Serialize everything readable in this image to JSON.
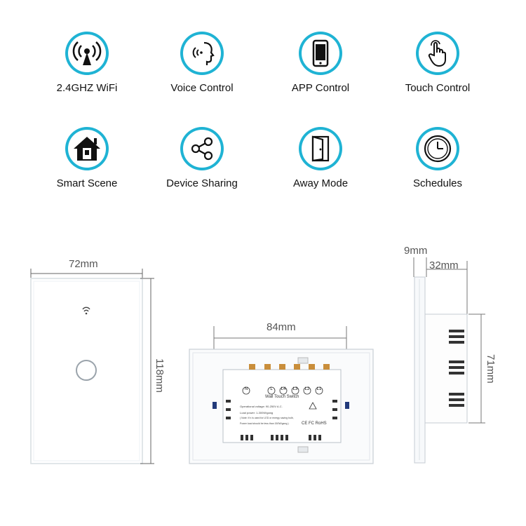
{
  "features": [
    {
      "label": "2.4GHZ WiFi",
      "icon": "wifi-antenna-icon"
    },
    {
      "label": "Voice Control",
      "icon": "voice-icon"
    },
    {
      "label": "APP Control",
      "icon": "phone-icon"
    },
    {
      "label": "Touch Control",
      "icon": "touch-hand-icon"
    },
    {
      "label": "Smart Scene",
      "icon": "smart-home-icon"
    },
    {
      "label": "Device Sharing",
      "icon": "share-icon"
    },
    {
      "label": "Away Mode",
      "icon": "door-exit-icon"
    },
    {
      "label": "Schedules",
      "icon": "clock-icon"
    }
  ],
  "dimensions": {
    "front_width": "72mm",
    "front_height": "118mm",
    "back_width": "84mm",
    "side_glass": "9mm",
    "side_depth": "32mm",
    "side_height": "71mm"
  },
  "back_label": {
    "title": "Wall Touch Switch",
    "terminals": [
      "N",
      "L",
      "L4",
      "L3",
      "L2",
      "L1"
    ],
    "spec_line1": "Operational voltage: 90-250V A.C.",
    "spec_line2": "Load power: 1-300W/gang",
    "spec_line3": "( Note: If n is used for LED or energy saving bulb,",
    "spec_line4": "Power load should be less than 150W/gang )",
    "certs": "CE FC RoHS"
  },
  "colors": {
    "accent": "#1fb3d4"
  }
}
